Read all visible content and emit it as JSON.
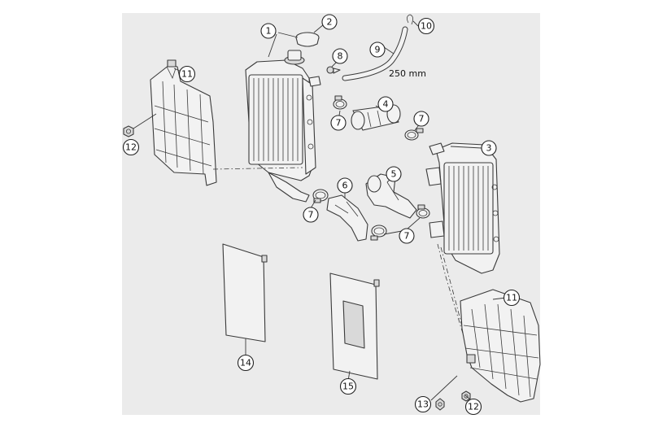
{
  "callouts": {
    "c1": "1",
    "c2": "2",
    "c3": "3",
    "c4": "4",
    "c5": "5",
    "c6": "6",
    "c7a": "7",
    "c7b": "7",
    "c7c": "7",
    "c7d": "7",
    "c8": "8",
    "c9": "9",
    "c10": "10",
    "c11a": "11",
    "c11b": "11",
    "c12a": "12",
    "c12b": "12",
    "c13": "13",
    "c14": "14",
    "c15": "15"
  },
  "dimension_label": "250 mm"
}
